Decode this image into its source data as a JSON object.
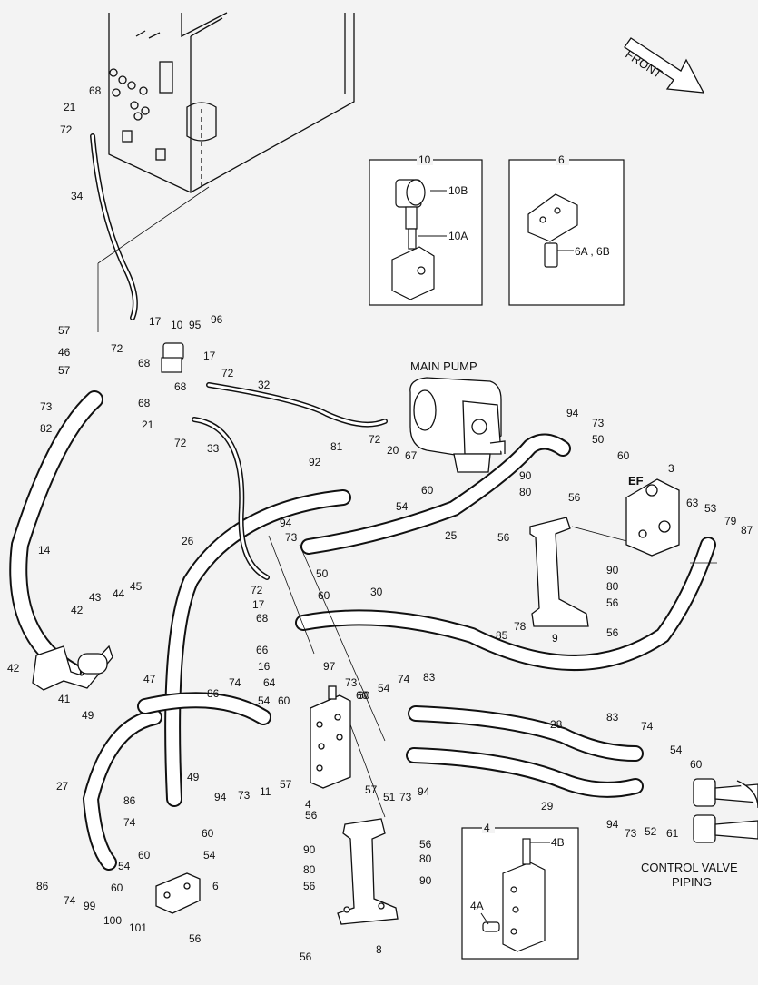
{
  "diagram": {
    "direction_arrow": "FRONT",
    "main_pump_label": "MAIN PUMP",
    "control_valve_label_line1": "CONTROL VALVE",
    "control_valve_label_line2": "PIPING",
    "ef_label": "EF",
    "inset_10": {
      "title": "10",
      "part_a": "10A",
      "part_b": "10B"
    },
    "inset_6": {
      "title": "6",
      "parts": "6A , 6B"
    },
    "inset_4": {
      "title": "4",
      "part_a": "4A",
      "part_b": "4B"
    }
  },
  "callouts": [
    "68",
    "21",
    "72",
    "34",
    "57",
    "46",
    "57",
    "73",
    "82",
    "17",
    "10",
    "95",
    "96",
    "72",
    "68",
    "17",
    "72",
    "68",
    "68",
    "21",
    "72",
    "33",
    "32",
    "72",
    "20",
    "67",
    "92",
    "81",
    "60",
    "54",
    "14",
    "26",
    "94",
    "73",
    "25",
    "50",
    "60",
    "72",
    "17",
    "68",
    "66",
    "16",
    "64",
    "97",
    "73",
    "54",
    "74",
    "83",
    "60",
    "30",
    "42",
    "43",
    "44",
    "45",
    "42",
    "41",
    "47",
    "49",
    "49",
    "86",
    "74",
    "54",
    "60",
    "11",
    "57",
    "94",
    "73",
    "4",
    "51",
    "73",
    "94",
    "57",
    "60",
    "28",
    "83",
    "74",
    "54",
    "60",
    "29",
    "94",
    "73",
    "52",
    "61",
    "27",
    "86",
    "74",
    "54",
    "60",
    "60",
    "54",
    "60",
    "6",
    "86",
    "74",
    "99",
    "100",
    "101",
    "56",
    "56",
    "90",
    "80",
    "56",
    "56",
    "80",
    "90",
    "8",
    "56",
    "94",
    "73",
    "50",
    "60",
    "3",
    "63",
    "53",
    "79",
    "87",
    "90",
    "80",
    "56",
    "56",
    "90",
    "80",
    "56",
    "85",
    "78",
    "9",
    "56"
  ]
}
